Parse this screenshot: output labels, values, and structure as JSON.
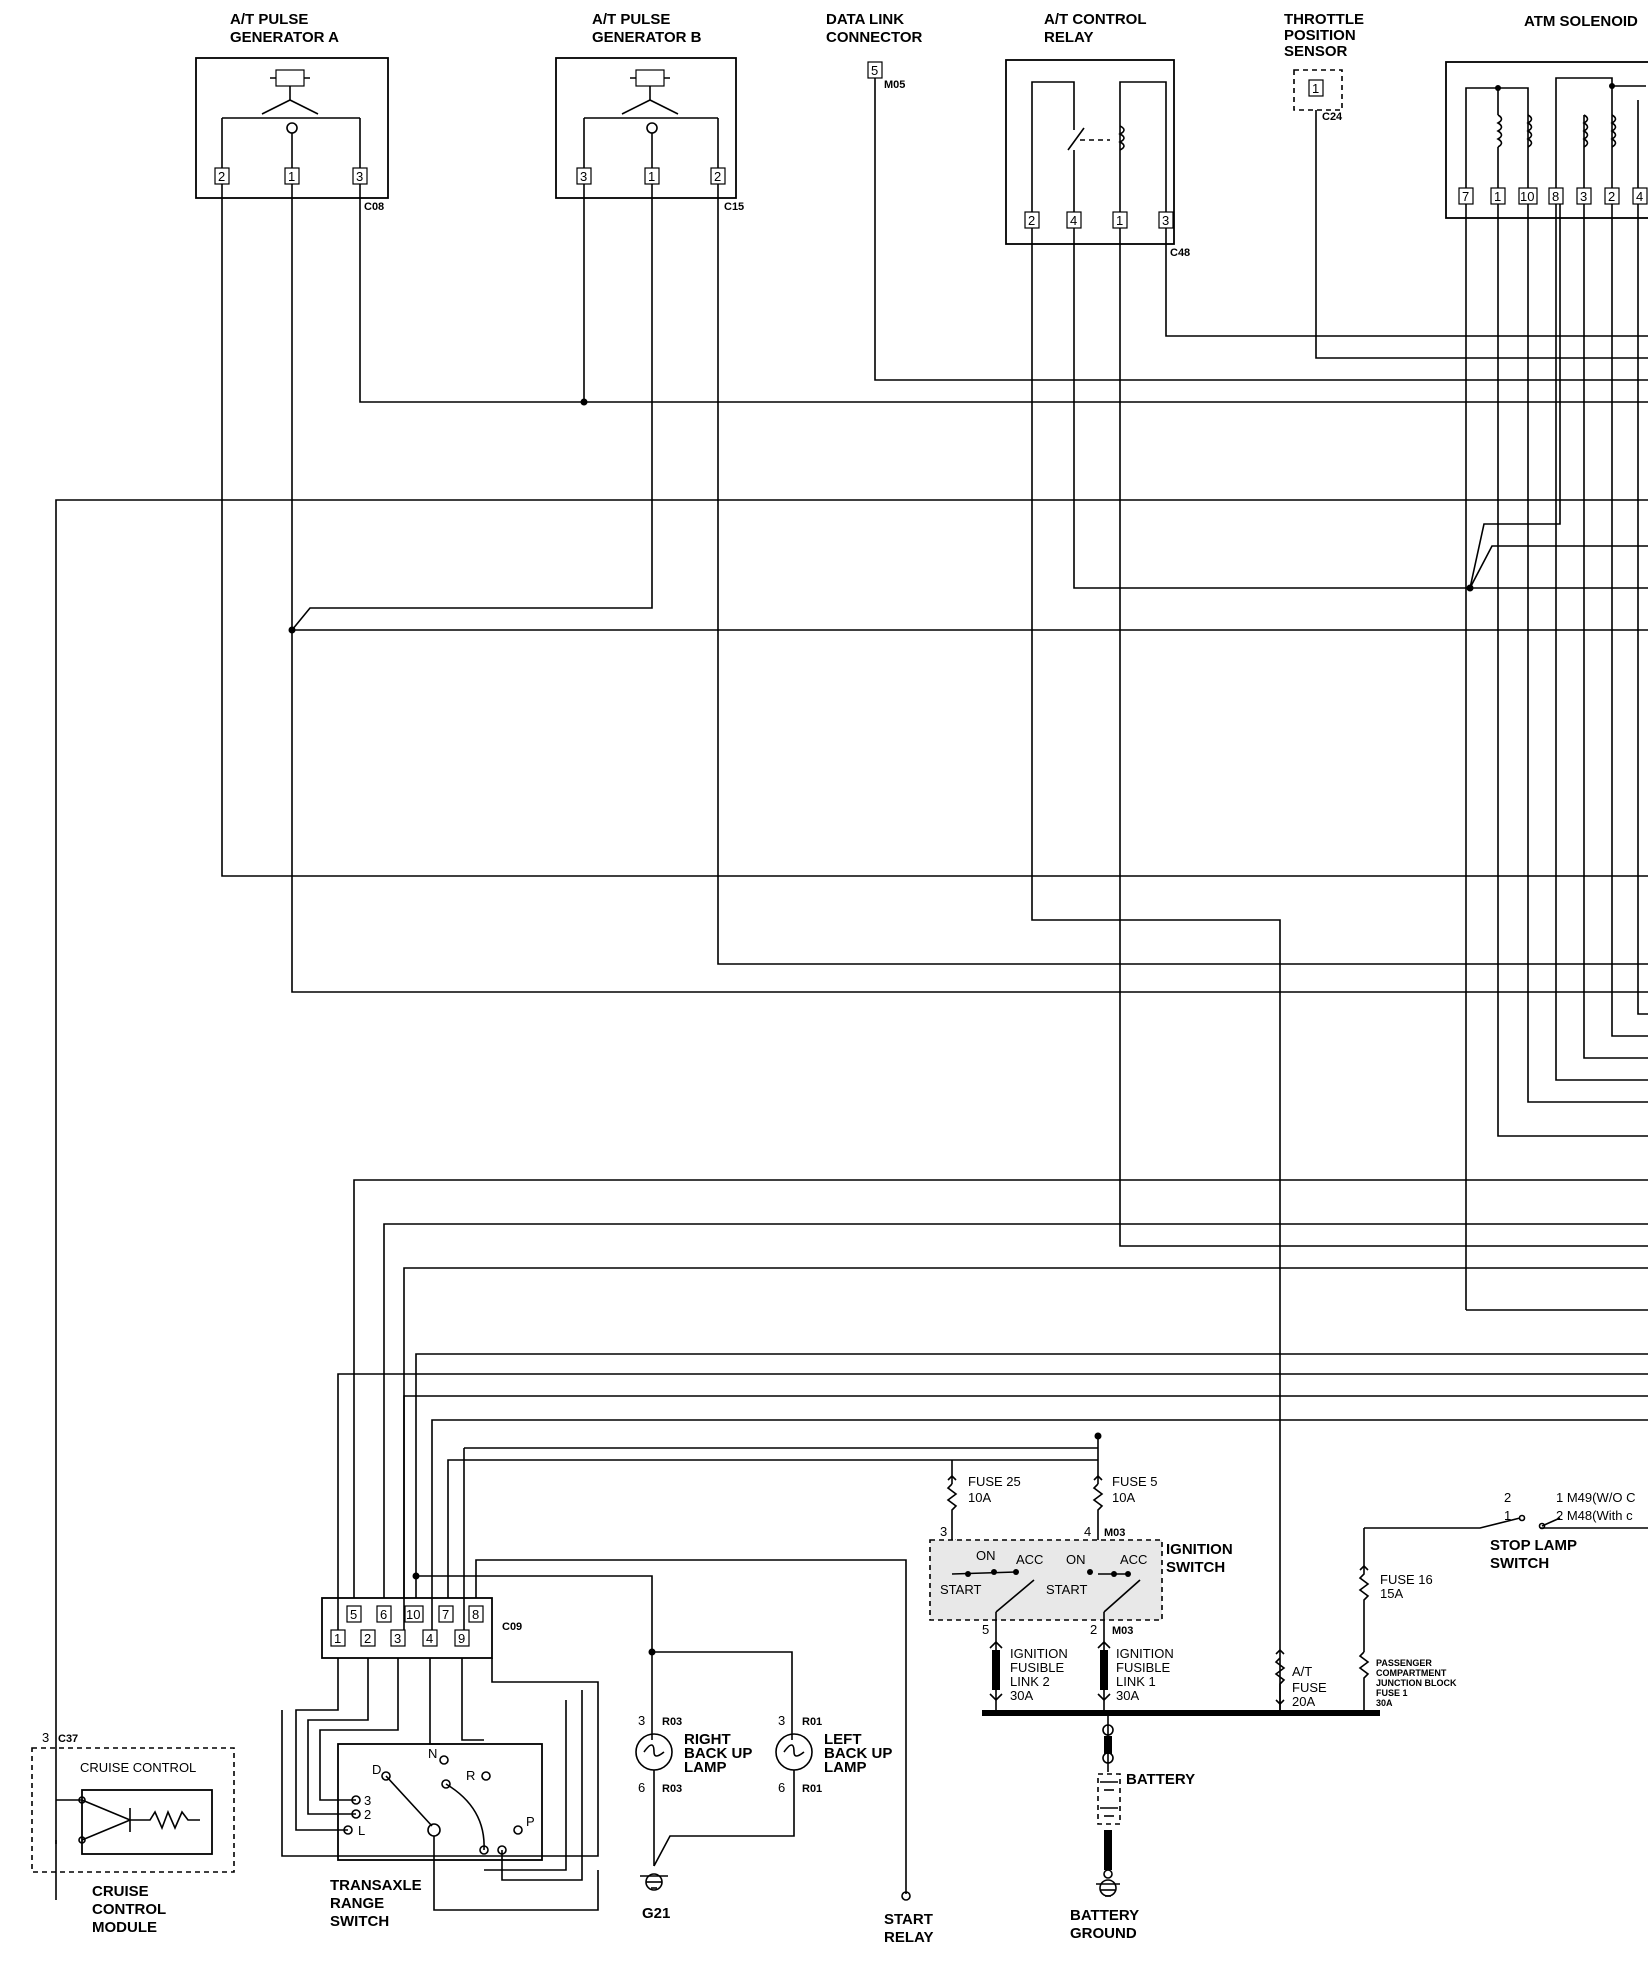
{
  "components": {
    "pulse_gen_a": {
      "title_l1": "A/T PULSE",
      "title_l2": "GENERATOR A",
      "connector": "C08",
      "pins": [
        "2",
        "1",
        "3"
      ]
    },
    "pulse_gen_b": {
      "title_l1": "A/T PULSE",
      "title_l2": "GENERATOR B",
      "connector": "C15",
      "pins": [
        "3",
        "1",
        "2"
      ]
    },
    "data_link": {
      "title_l1": "DATA LINK",
      "title_l2": "CONNECTOR",
      "connector": "M05",
      "pin": "5"
    },
    "control_relay": {
      "title_l1": "A/T CONTROL",
      "title_l2": "RELAY",
      "connector": "C48",
      "pins": [
        "2",
        "4",
        "1",
        "3"
      ]
    },
    "tps": {
      "title_l1": "THROTTLE",
      "title_l2": "POSITION",
      "title_l3": "SENSOR",
      "connector": "C24",
      "pin": "1"
    },
    "atm_solenoid": {
      "title": "ATM SOLENOID",
      "pins": [
        "7",
        "1",
        "10",
        "8",
        "3",
        "2",
        "4"
      ]
    },
    "range_switch_conn": {
      "connector": "C09",
      "top_pins": [
        "5",
        "6",
        "10",
        "7",
        "8"
      ],
      "bottom_pins": [
        "1",
        "2",
        "3",
        "4",
        "9"
      ]
    },
    "cruise": {
      "inner_label": "CRUISE CONTROL",
      "pin": "3",
      "connector": "C37",
      "title_l1": "CRUISE",
      "title_l2": "CONTROL",
      "title_l3": "MODULE"
    },
    "range_switch": {
      "title_l1": "TRANSAXLE",
      "title_l2": "RANGE",
      "title_l3": "SWITCH",
      "positions": [
        "3",
        "2",
        "L",
        "D",
        "N",
        "R",
        "P"
      ]
    },
    "right_lamp": {
      "title_l1": "RIGHT",
      "title_l2": "BACK UP",
      "title_l3": "LAMP",
      "top_pin": "3",
      "top_conn": "R03",
      "bottom_pin": "6",
      "bottom_conn": "R03"
    },
    "left_lamp": {
      "title_l1": "LEFT",
      "title_l2": "BACK UP",
      "title_l3": "LAMP",
      "top_pin": "3",
      "top_conn": "R01",
      "bottom_pin": "6",
      "bottom_conn": "R01"
    },
    "ground_g21": "G21",
    "start_relay": {
      "title_l1": "START",
      "title_l2": "RELAY"
    },
    "fuse25": {
      "name": "FUSE 25",
      "rating": "10A"
    },
    "fuse5": {
      "name": "FUSE 5",
      "rating": "10A"
    },
    "ignition": {
      "title_l1": "IGNITION",
      "title_l2": "SWITCH",
      "connector": "M03",
      "pin3": "3",
      "pin4": "4",
      "pin5": "5",
      "pin2": "2",
      "bottom_conn": "M03",
      "on": "ON",
      "acc": "ACC",
      "start": "START"
    },
    "fusible2": {
      "l1": "IGNITION",
      "l2": "FUSIBLE",
      "l3": "LINK 2",
      "rating": "30A"
    },
    "fusible1": {
      "l1": "IGNITION",
      "l2": "FUSIBLE",
      "l3": "LINK 1",
      "rating": "30A"
    },
    "at_fuse": {
      "l1": "A/T",
      "l2": "FUSE",
      "rating": "20A"
    },
    "fuse16": {
      "name": "FUSE 16",
      "rating": "15A"
    },
    "pcjb": {
      "l1": "PASSENGER",
      "l2": "COMPARTMENT",
      "l3": "JUNCTION BLOCK",
      "l4": "FUSE 1",
      "rating": "30A"
    },
    "stop_lamp": {
      "title_l1": "STOP LAMP",
      "title_l2": "SWITCH",
      "pin_2": "2",
      "pin_1": "1",
      "conn_top": "1  M49(W/O C",
      "conn_bottom": "2  M48(With c"
    },
    "battery": {
      "title": "BATTERY"
    },
    "battery_ground": {
      "title_l1": "BATTERY",
      "title_l2": "GROUND"
    }
  }
}
